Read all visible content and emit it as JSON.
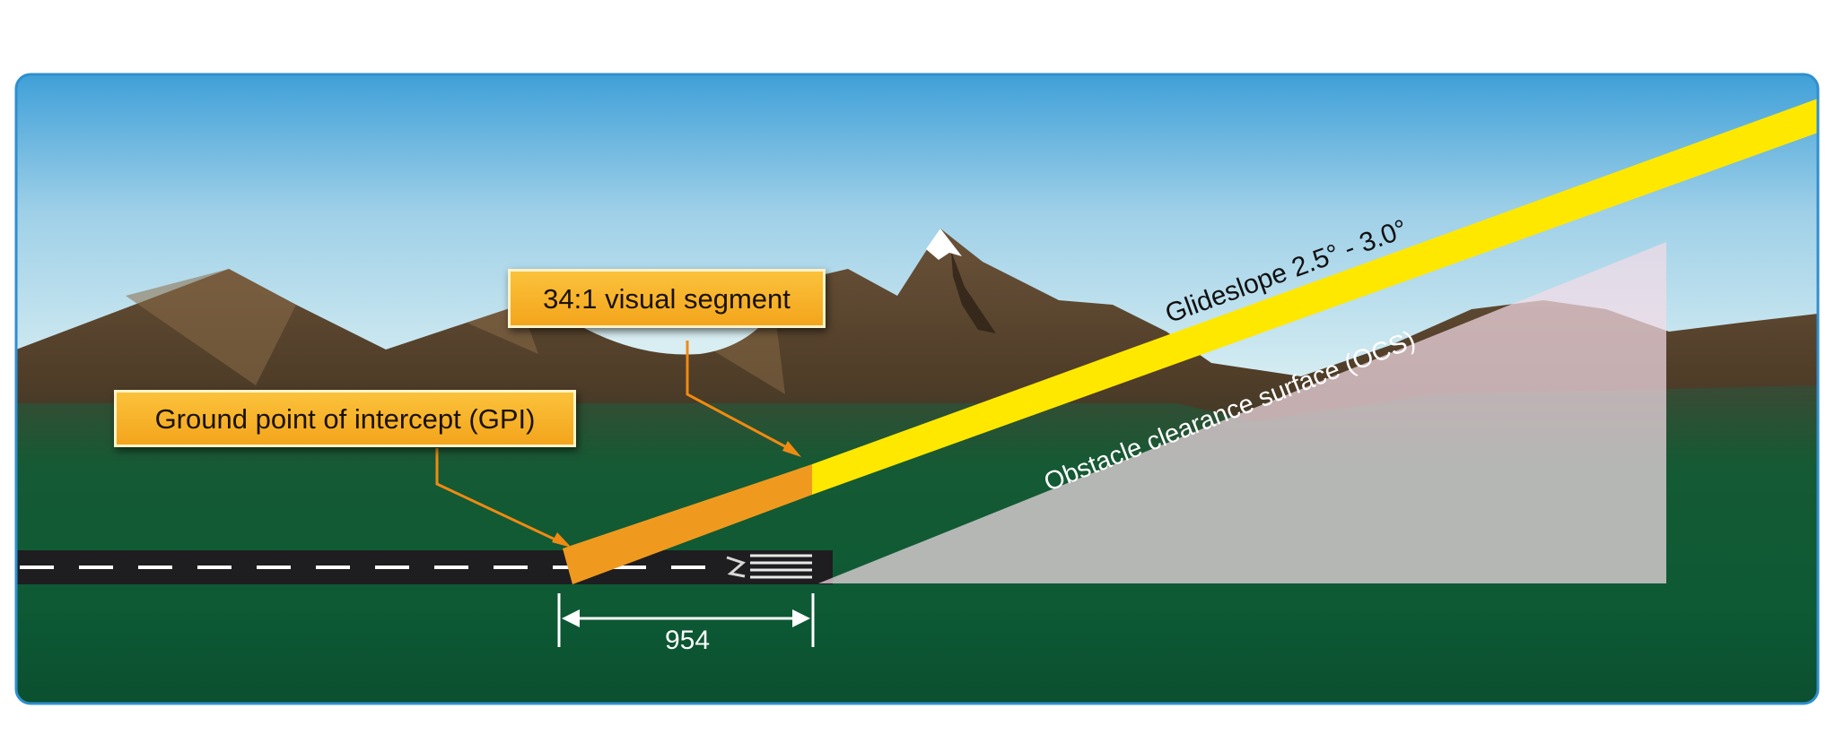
{
  "labels": {
    "visual_segment": "34:1 visual segment",
    "gpi": "Ground point of intercept (GPI)",
    "glideslope": "Glideslope 2.5° - 3.0°",
    "ocs": "Obstacle clearance surface (OCS)",
    "distance": "954"
  },
  "colors": {
    "sky_top": "#3fa0d8",
    "sky_bottom": "#d8eef2",
    "ground": "#0e5a35",
    "glideslope": "#ffe800",
    "visual_segment": "#ef9a1f",
    "ocs_fill": "#f4dbe6",
    "label_fill": "#f7b12a",
    "frame_border": "#2f8fd0"
  }
}
